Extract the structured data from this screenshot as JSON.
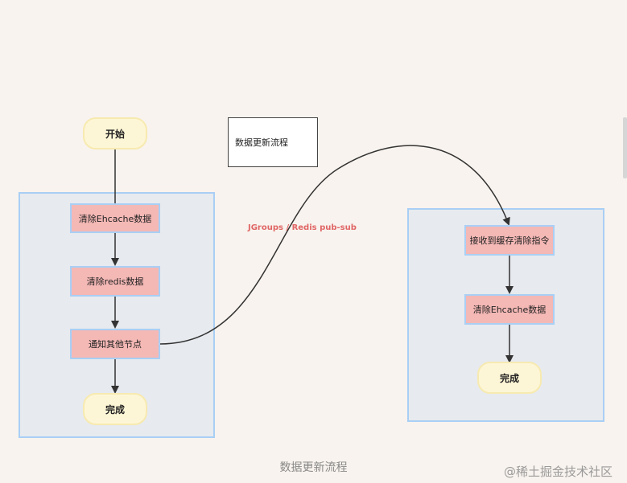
{
  "diagram": {
    "title_box": "数据更新流程",
    "left_flow": {
      "start": "开始",
      "step1": "清除Ehcache数据",
      "step2": "清除redis数据",
      "step3": "通知其他节点",
      "end": "完成"
    },
    "right_flow": {
      "step1": "接收到缓存清除指令",
      "step2": "清除Ehcache数据",
      "end": "完成"
    },
    "edge_label": "JGroups / Redis pub-sub"
  },
  "caption": "数据更新流程",
  "watermark": "@稀土掘金技术社区"
}
